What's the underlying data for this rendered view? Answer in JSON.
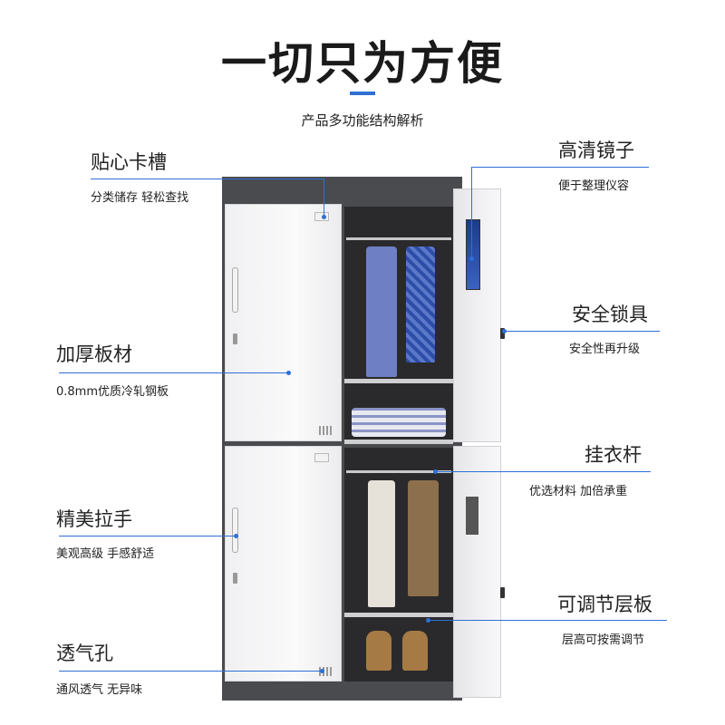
{
  "header": {
    "title": "一切只为方便",
    "subtitle": "产品多功能结构解析"
  },
  "features_left": [
    {
      "label": "贴心卡槽",
      "desc": "分类储存 轻松查找"
    },
    {
      "label": "加厚板材",
      "desc": "0.8mm优质冷轧钢板"
    },
    {
      "label": "精美拉手",
      "desc": "美观高级 手感舒适"
    },
    {
      "label": "透气孔",
      "desc": "通风透气 无异味"
    }
  ],
  "features_right": [
    {
      "label": "高清镜子",
      "desc": "便于整理仪容"
    },
    {
      "label": "安全锁具",
      "desc": "安全性再升级"
    },
    {
      "label": "挂衣杆",
      "desc": "优选材料 加倍承重"
    },
    {
      "label": "可调节层板",
      "desc": "层高可按需调节"
    }
  ],
  "colors": {
    "accent": "#2f6fd6",
    "cabinet_frame": "#4a4b4e",
    "door": "#f5f5f7"
  }
}
